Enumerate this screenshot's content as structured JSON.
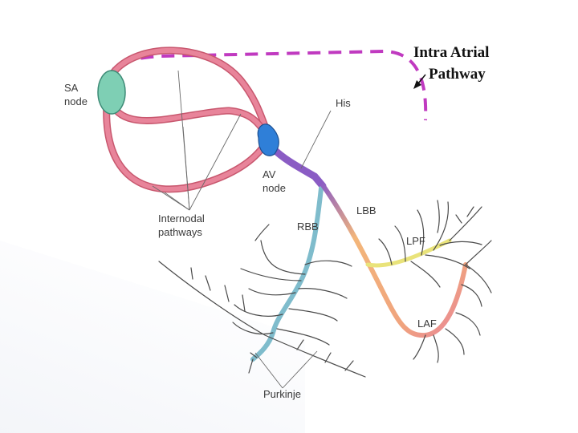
{
  "title": {
    "line1": "Intra Atrial",
    "line2": "Pathway"
  },
  "labels": {
    "sa_line1": "SA",
    "sa_line2": "node",
    "his": "His",
    "av_line1": "AV",
    "av_line2": "node",
    "internodal_line1": "Internodal",
    "internodal_line2": "pathways",
    "rbb": "RBB",
    "lbb": "LBB",
    "lpf": "LPF",
    "laf": "LAF",
    "purkinje": "Purkinje"
  },
  "colors": {
    "atrial_pathway": "#e8849a",
    "sa_node": "#7ecfb4",
    "av_node": "#2f7fd8",
    "his_bundle": "#8a5cc4",
    "rbb": "#7fbccc",
    "lbb": "#f3b67a",
    "lpf": "#e9e37a",
    "intra_atrial_dash": "#c03ac0",
    "fibers": "#4a4a4a"
  }
}
